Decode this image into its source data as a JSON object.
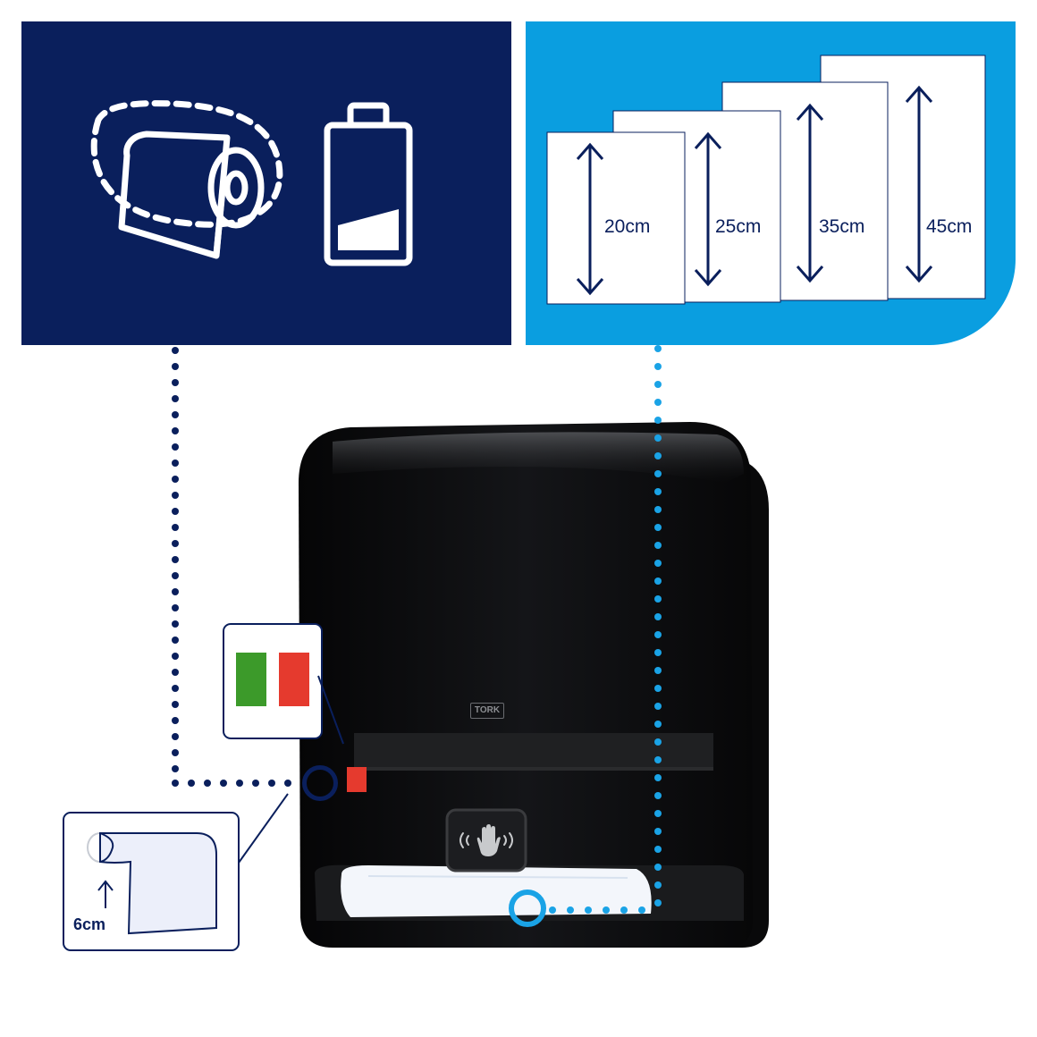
{
  "colors": {
    "navy": "#0a1f5c",
    "blue": "#0a9ee0",
    "dispenser": "#0e0f11",
    "status_green": "#3c9a2a",
    "status_red": "#e53a2e"
  },
  "features": {
    "paper_and_battery": {
      "icons": [
        "paper-roll-outline-icon",
        "battery-low-icon"
      ]
    },
    "sheet_lengths": [
      "20cm",
      "25cm",
      "35cm",
      "45cm"
    ]
  },
  "dispenser": {
    "brand": "TORK",
    "sensor_icon": "hand-wave-sensor-icon",
    "status_led_colors": [
      "green",
      "red"
    ]
  },
  "paper_exit_callout": {
    "height_label": "6cm"
  }
}
